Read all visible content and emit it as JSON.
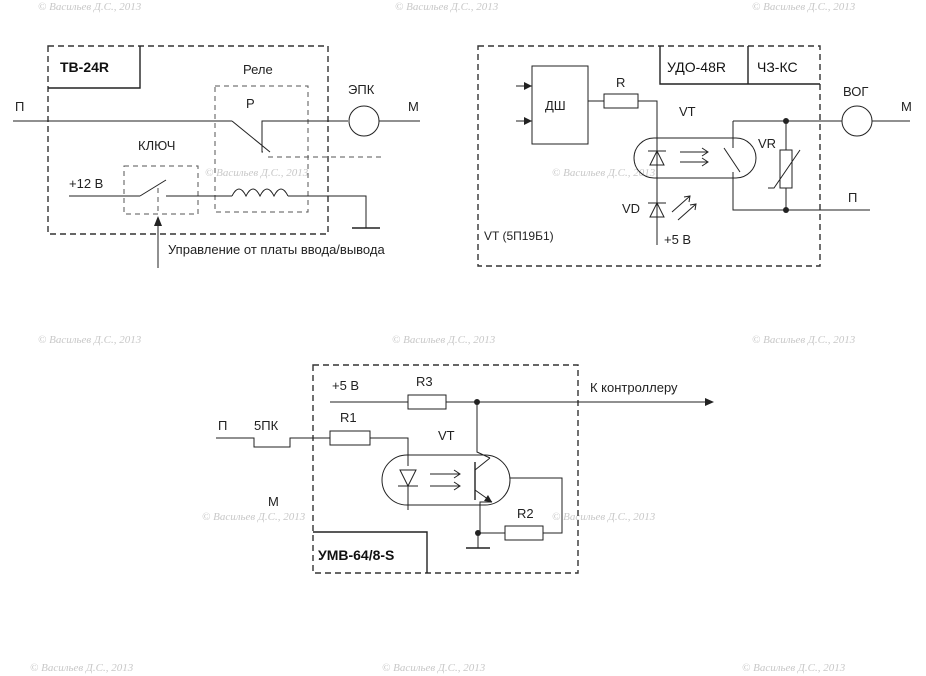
{
  "watermark": "© Васильев Д.С., 2013",
  "block1": {
    "title": "ТВ-24R",
    "relay_label": "Реле",
    "relay_contact_label": "Р",
    "key_label": "КЛЮЧ",
    "supply_label": "+12 В",
    "line_in_label": "П",
    "line_out_label": "М",
    "lamp_label": "ЭПК",
    "control_caption": "Управление от платы ввода/вывода"
  },
  "block2": {
    "title": "УДО-48R",
    "title_extra": "ЧЗ-КС",
    "dsh_label": "ДШ",
    "resistor_label": "R",
    "optocoupler_label": "VT",
    "varistor_label": "VR",
    "led_label": "VD",
    "supply_label": "+5 В",
    "part_label": "VT (5П19Б1)",
    "lamp_label": "ВОГ",
    "line_out_label": "М",
    "line_p_label": "П"
  },
  "block3": {
    "title": "УМВ-64/8-S",
    "supply_label": "+5 В",
    "r3_label": "R3",
    "r1_label": "R1",
    "r2_label": "R2",
    "vt_label": "VT",
    "controller_label": "К контроллеру",
    "line_in_label": "П",
    "fuse_label": "5ПК",
    "line_m_label": "М"
  }
}
